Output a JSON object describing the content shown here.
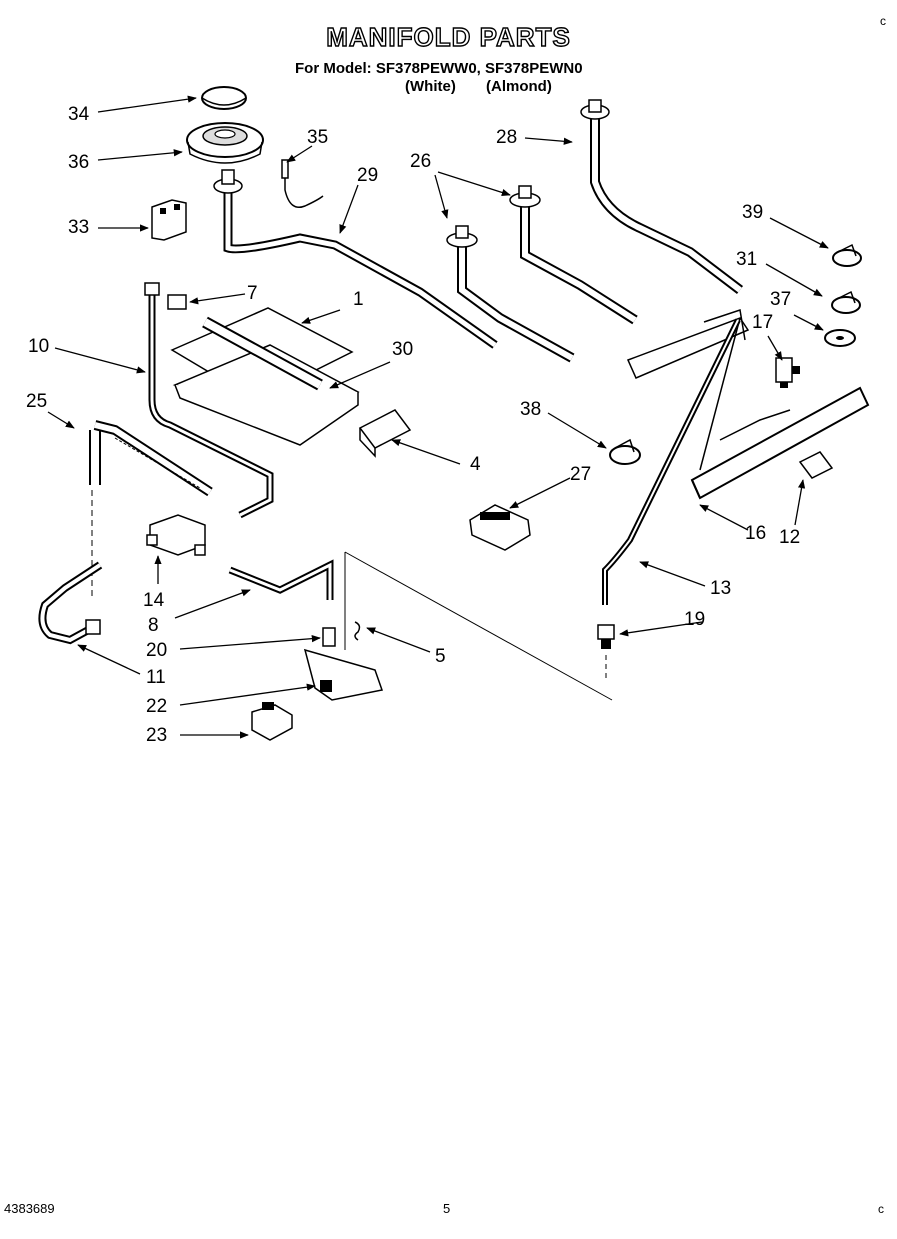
{
  "header": {
    "title": "MANIFOLD PARTS",
    "model_line": "For Model: SF378PEWW0, SF378PEWN0",
    "variant_white": "(White)",
    "variant_almond": "(Almond)"
  },
  "callouts": {
    "c34": "34",
    "c36": "36",
    "c35": "35",
    "c29": "29",
    "c26": "26",
    "c28": "28",
    "c33": "33",
    "c39": "39",
    "c31": "31",
    "c7": "7",
    "c1": "1",
    "c37": "37",
    "c17": "17",
    "c10": "10",
    "c30": "30",
    "c25": "25",
    "c38": "38",
    "c4": "4",
    "c27": "27",
    "c16": "16",
    "c12": "12",
    "c13": "13",
    "c14": "14",
    "c8": "8",
    "c19": "19",
    "c20": "20",
    "c5": "5",
    "c11": "11",
    "c22": "22",
    "c23": "23"
  },
  "footer": {
    "document_number": "4383689",
    "page_number": "5"
  },
  "corner_marks": {
    "top_right": "c",
    "bottom_right": "c"
  }
}
